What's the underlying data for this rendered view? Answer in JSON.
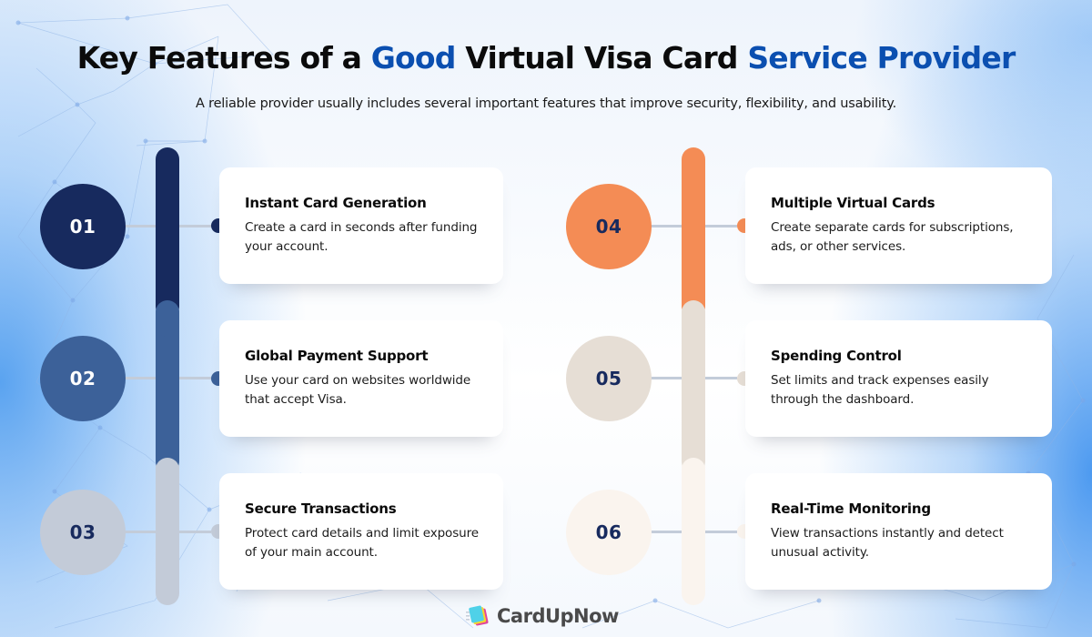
{
  "header": {
    "title_parts": [
      "Key Features of a ",
      "Good",
      " Virtual Visa Card ",
      "Service Provider"
    ],
    "subtitle": "A reliable provider usually includes several important features that improve security, flexibility, and usability."
  },
  "colors": {
    "accent_blue": "#0b4fb0",
    "feature_01": "#172a5e",
    "feature_02": "#3c6199",
    "feature_03": "#c3cbd8",
    "feature_04": "#f48c55",
    "feature_05": "#e6ded5",
    "feature_06": "#faf4ee",
    "number_text_dark": "#172a5e",
    "connector": "#c3ccd9"
  },
  "features": [
    {
      "number": "01",
      "title": "Instant Card Generation",
      "description": "Create a card in seconds after funding your account."
    },
    {
      "number": "02",
      "title": "Global Payment Support",
      "description": "Use your card on websites worldwide that accept Visa."
    },
    {
      "number": "03",
      "title": "Secure Transactions",
      "description": "Protect card details and limit exposure of your main account."
    },
    {
      "number": "04",
      "title": "Multiple Virtual Cards",
      "description": "Create separate cards for subscriptions, ads, or other services."
    },
    {
      "number": "05",
      "title": "Spending Control",
      "description": "Set limits and track expenses easily through the dashboard."
    },
    {
      "number": "06",
      "title": "Real-Time Monitoring",
      "description": "View transactions instantly and detect unusual activity."
    }
  ],
  "footer": {
    "brand_name": "CardUpNow",
    "logo_icon": "stacked-cards-logo-icon"
  }
}
